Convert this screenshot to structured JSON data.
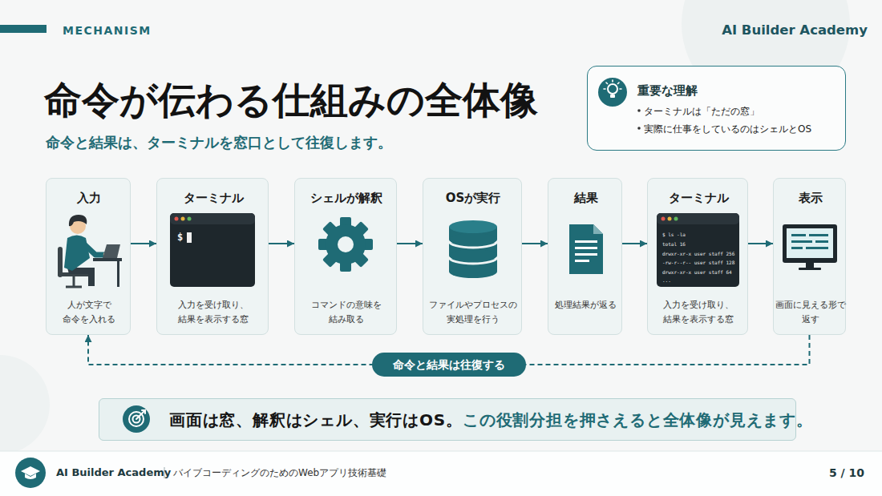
{
  "diagram": {
    "title": "命令が伝わる仕組みの全体像",
    "nodes": [
      {
        "text": [
          "重要な理解",
          "ターミナルは「ただの窓」",
          "実際に仕事をしているのはシェルとOS"
        ]
      },
      {
        "text": [
          "入力",
          "人が文字で 命令を入れる"
        ]
      },
      {
        "text": [
          "ターミナル",
          "入力を受け取り、 結果を表示する窓"
        ]
      },
      {
        "text": [
          "シェルが解釈",
          "コマンドの意味を 結み取る"
        ]
      },
      {
        "text": [
          "OSが実行",
          "ファイルやプロセスの 実処理を行う"
        ]
      },
      {
        "text": [
          "結果",
          "処理結果が返る"
        ]
      },
      {
        "text": [
          "ターミナル",
          "入力を受け取り、 結果を表示する窓"
        ]
      },
      {
        "text": [
          "表示",
          "画面に見える形で 返す"
        ]
      },
      {
        "text": [
          "画面は窓、解釈はシェル、実行はOS。",
          "この役割分担を押さえると全体像が見えます。"
        ]
      }
    ],
    "edges": [
      {
        "from": 1,
        "to": 2,
        "arrow": "to"
      },
      {
        "from": 2,
        "to": 3,
        "arrow": "to"
      },
      {
        "from": 3,
        "to": 4,
        "arrow": "to"
      },
      {
        "from": 4,
        "to": 5,
        "arrow": "to"
      },
      {
        "from": 5,
        "to": 6,
        "arrow": "to"
      },
      {
        "from": 6,
        "to": 7,
        "arrow": "to"
      },
      {
        "from": 7,
        "to": 1,
        "label": "命令と結果は往復する",
        "arrow": "to"
      }
    ],
    "labels": [
      "MECHANISM",
      "AI Builder Academy",
      "命令と結果は、ターミナルを窓口として往復します。",
      "$",
      "$ ls -la",
      "total 16",
      "drwxr-xr-x user staff 256",
      "-rw-r--r-- user staff 128",
      "drwxr-xr-x user staff 64",
      "...",
      "AI Builder Academy",
      "バイブコーディングのためのWebアプリ技術基礎",
      "5 / 10"
    ]
  }
}
